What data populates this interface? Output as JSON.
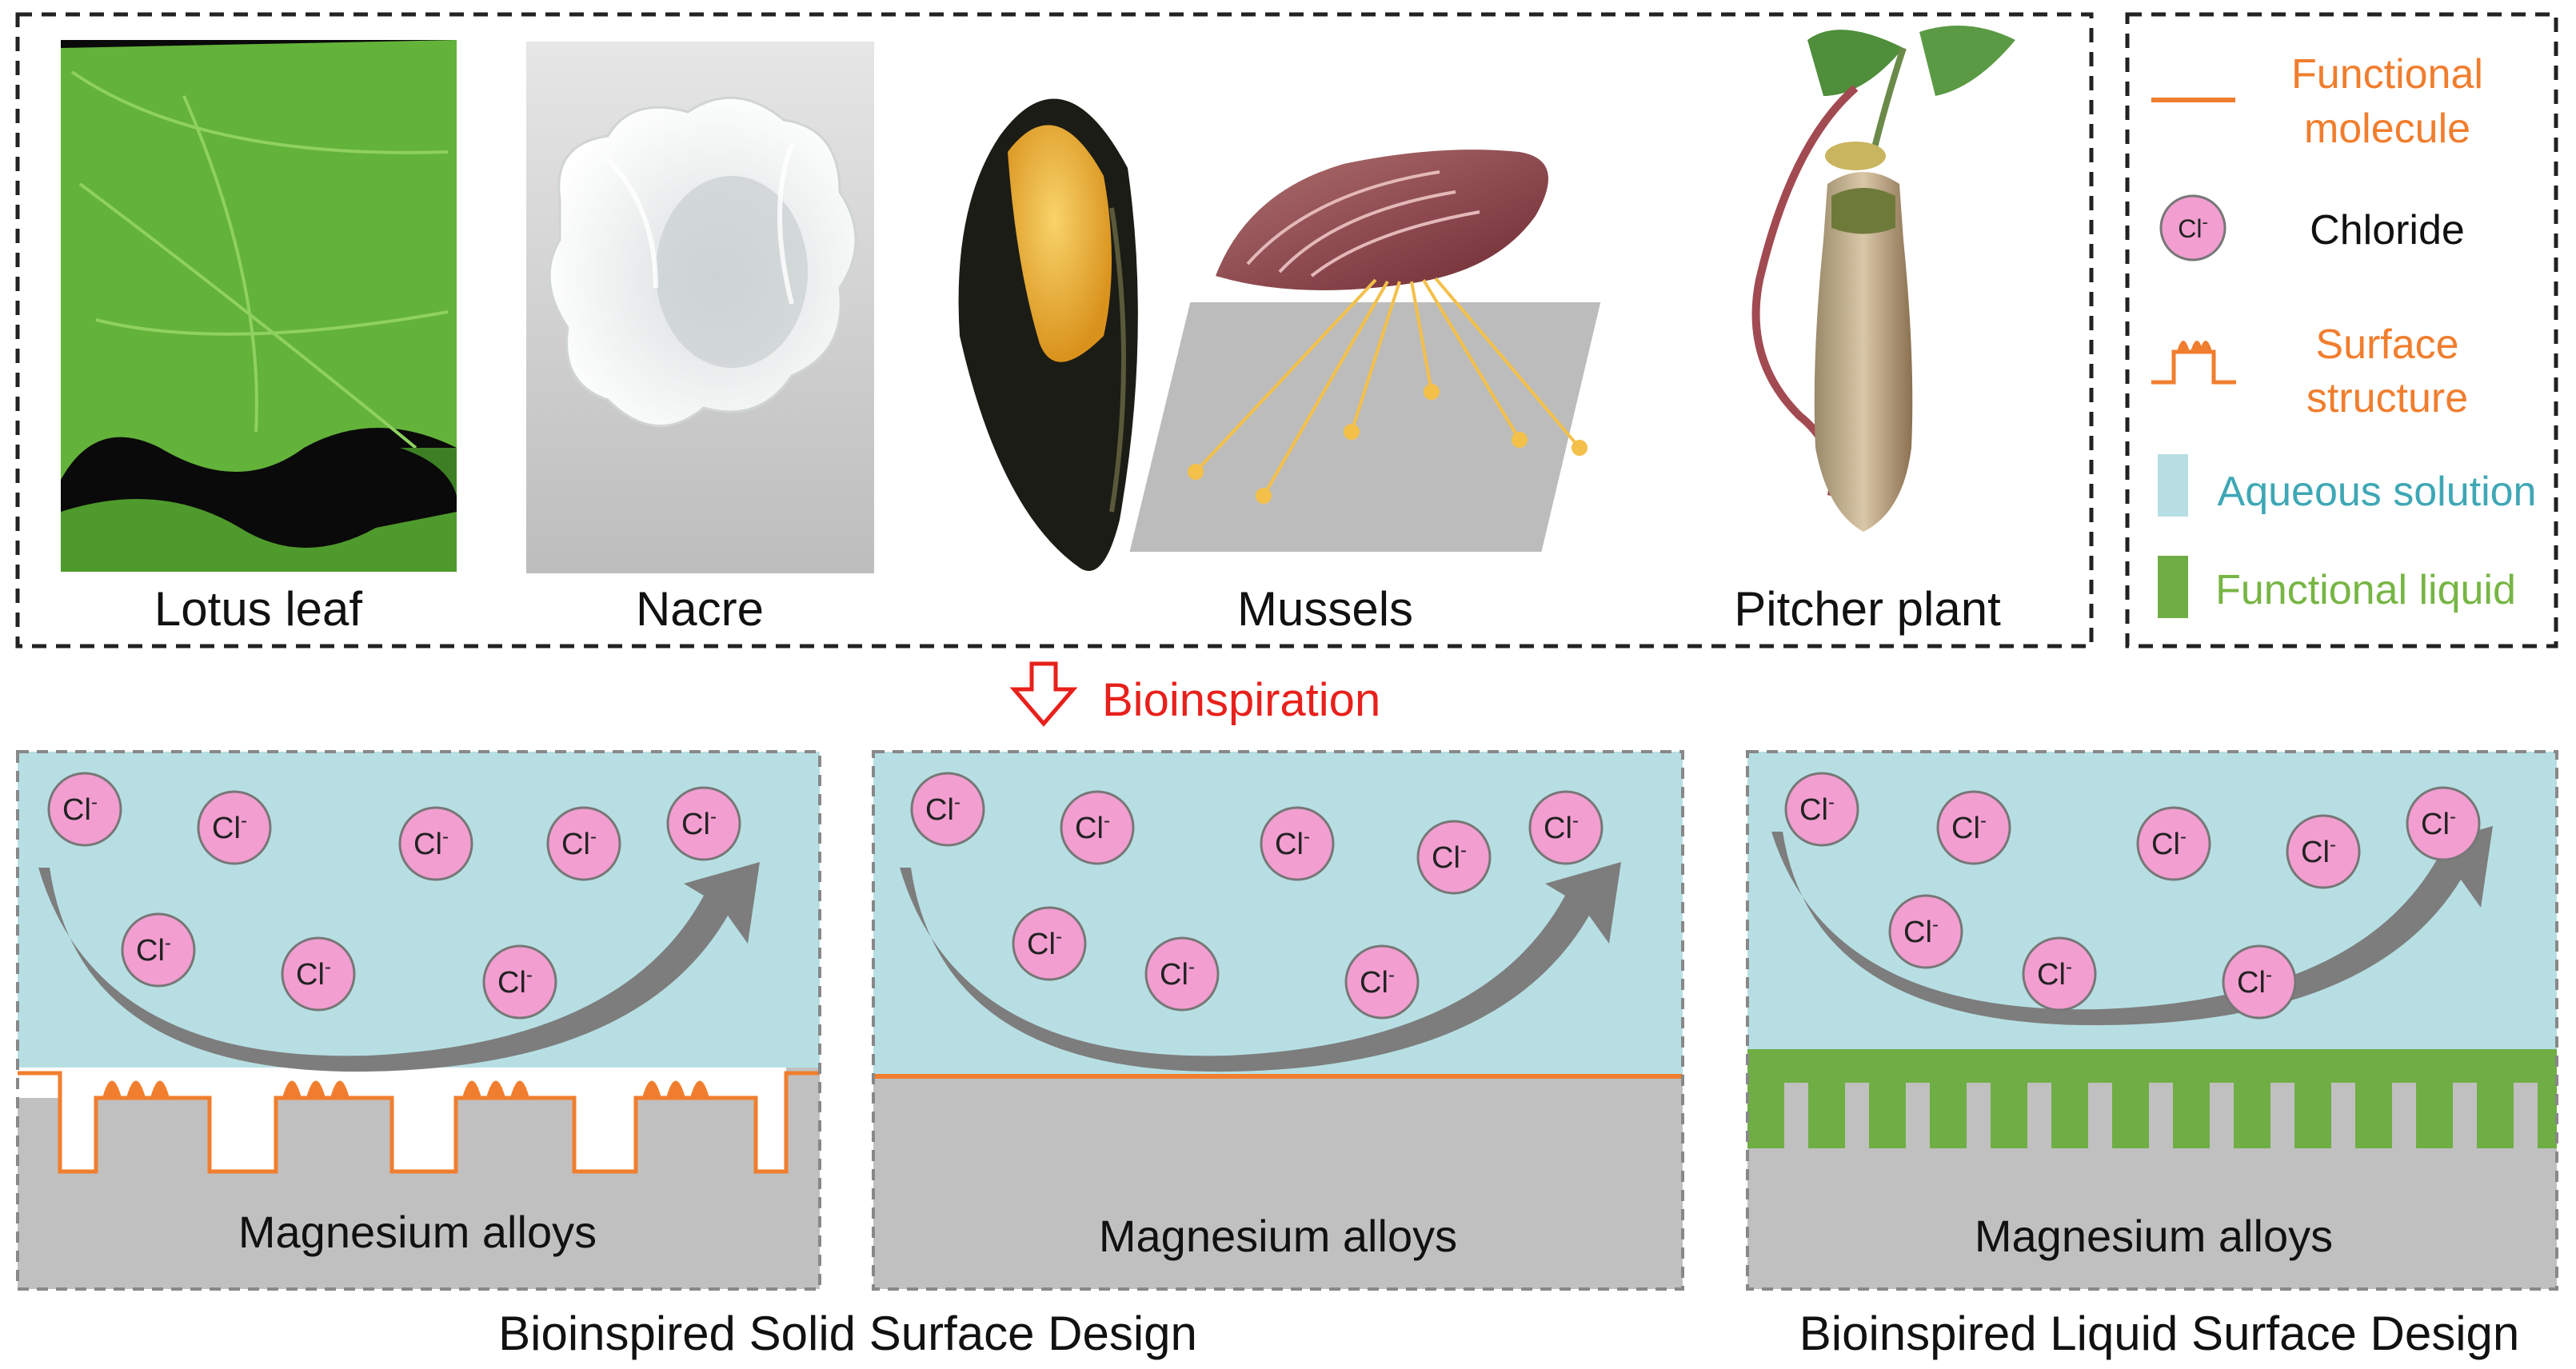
{
  "organisms": {
    "lotus": "Lotus leaf",
    "nacre": "Nacre",
    "mussels": "Mussels",
    "pitcher": "Pitcher plant"
  },
  "legend": {
    "functional_molecule_line1": "Functional",
    "functional_molecule_line2": "molecule",
    "chloride": "Chloride",
    "surface_structure_line1": "Surface",
    "surface_structure_line2": "structure",
    "aqueous_solution": "Aqueous solution",
    "functional_liquid": "Functional liquid"
  },
  "bioinspiration": "Bioinspiration",
  "ion_label": "Cl",
  "ion_charge": "-",
  "panels": {
    "substrate_label": "Magnesium alloys"
  },
  "captions": {
    "solid": "Bioinspired Solid Surface Design",
    "liquid": "Bioinspired Liquid Surface Design"
  },
  "colors": {
    "aqueous": "#b7dfe3",
    "substrate": "#c0c0c0",
    "orange": "#f07e2e",
    "green": "#6fae44",
    "chloride_fill": "#f29ed0",
    "arrow_gray": "#808080",
    "bio_red": "#e8201b",
    "aqueous_text": "#3fa7b5",
    "liquid_text": "#77b544"
  }
}
